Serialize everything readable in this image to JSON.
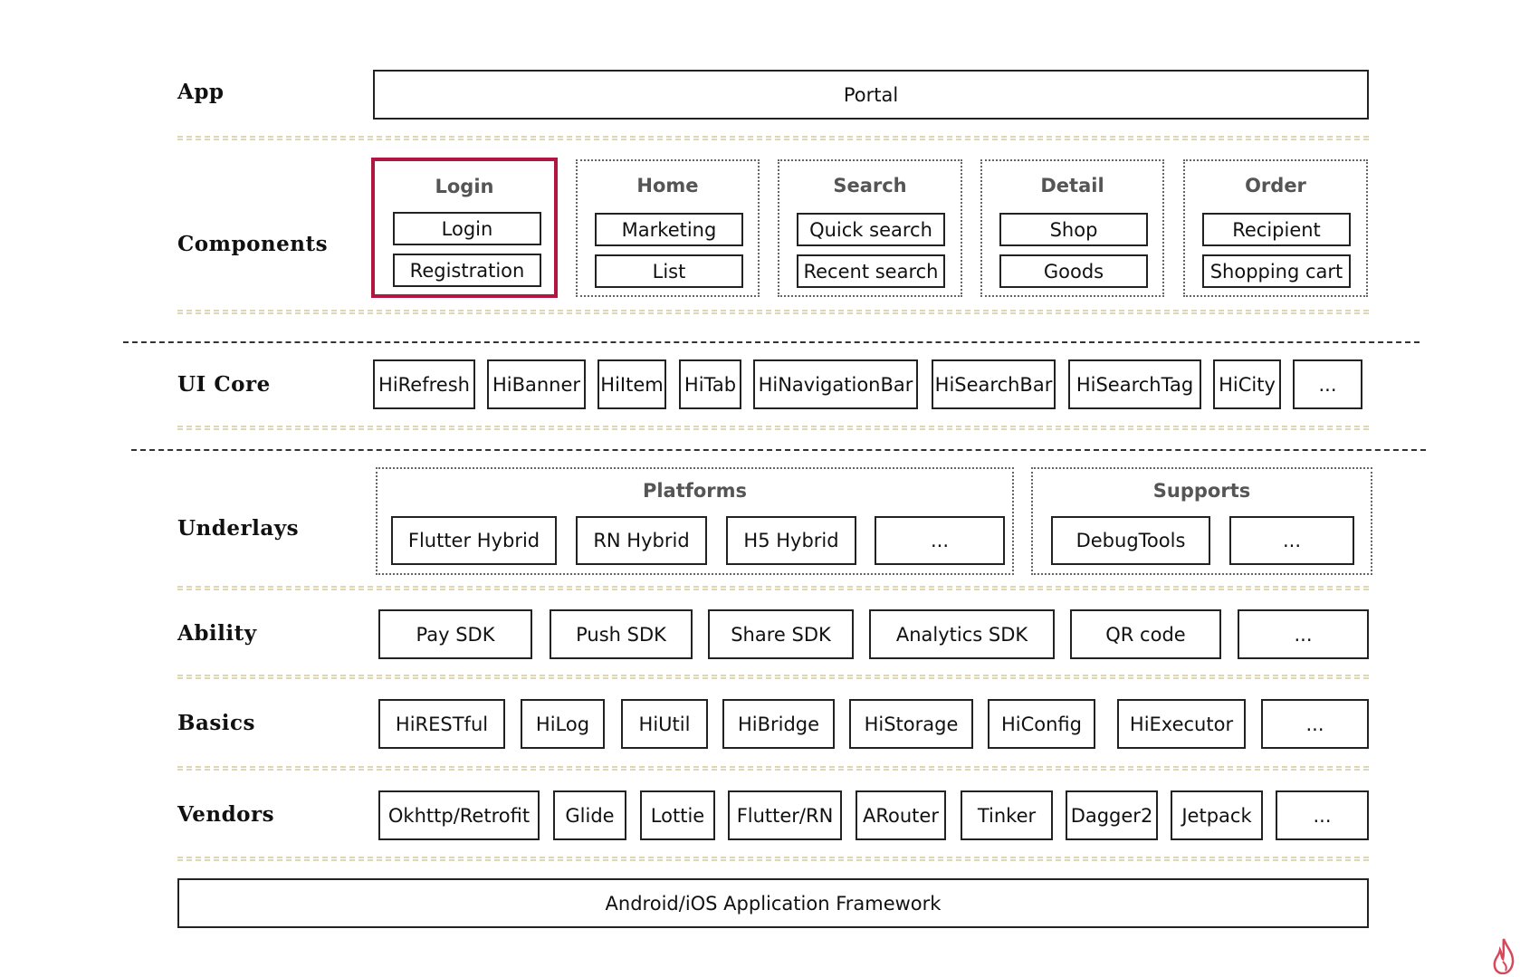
{
  "colors": {
    "highlight": "#b0163f",
    "separator": "#ddd7b6",
    "logo": "#d9465a"
  },
  "layers": {
    "app": {
      "label": "App",
      "portal": "Portal"
    },
    "components": {
      "label": "Components",
      "groups": [
        {
          "title": "Login",
          "items": [
            "Login",
            "Registration"
          ]
        },
        {
          "title": "Home",
          "items": [
            "Marketing",
            "List"
          ]
        },
        {
          "title": "Search",
          "items": [
            "Quick search",
            "Recent search"
          ]
        },
        {
          "title": "Detail",
          "items": [
            "Shop",
            "Goods"
          ]
        },
        {
          "title": "Order",
          "items": [
            "Recipient",
            "Shopping cart"
          ]
        }
      ]
    },
    "ui_core": {
      "label": "UI Core",
      "items": [
        "HiRefresh",
        "HiBanner",
        "HiItem",
        "HiTab",
        "HiNavigationBar",
        "HiSearchBar",
        "HiSearchTag",
        "HiCity",
        "..."
      ]
    },
    "underlays": {
      "label": "Underlays",
      "platforms": {
        "title": "Platforms",
        "items": [
          "Flutter Hybrid",
          "RN Hybrid",
          "H5 Hybrid",
          "..."
        ]
      },
      "supports": {
        "title": "Supports",
        "items": [
          "DebugTools",
          "..."
        ]
      }
    },
    "ability": {
      "label": "Ability",
      "items": [
        "Pay SDK",
        "Push SDK",
        "Share SDK",
        "Analytics SDK",
        "QR code",
        "..."
      ]
    },
    "basics": {
      "label": "Basics",
      "items": [
        "HiRESTful",
        "HiLog",
        "HiUtil",
        "HiBridge",
        "HiStorage",
        "HiConfig",
        "HiExecutor",
        "..."
      ]
    },
    "vendors": {
      "label": "Vendors",
      "items": [
        "Okhttp/Retrofit",
        "Glide",
        "Lottie",
        "Flutter/RN",
        "ARouter",
        "Tinker",
        "Dagger2",
        "Jetpack",
        "..."
      ]
    },
    "framework": {
      "label": "Android/iOS Application Framework"
    }
  },
  "logo_icon": "flame-icon"
}
